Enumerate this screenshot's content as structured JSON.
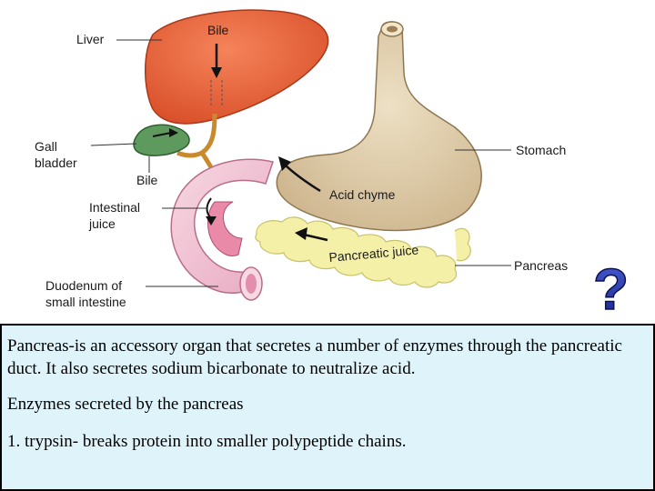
{
  "diagram": {
    "labels": {
      "liver": "Liver",
      "bile_top": "Bile",
      "gall_bladder_line1": "Gall",
      "gall_bladder_line2": "bladder",
      "bile_lower": "Bile",
      "intestinal_juice_line1": "Intestinal",
      "intestinal_juice_line2": "juice",
      "duodenum_line1": "Duodenum of",
      "duodenum_line2": "small intestine",
      "stomach": "Stomach",
      "acid_chyme": "Acid chyme",
      "pancreatic_juice": "Pancreatic juice",
      "pancreas": "Pancreas"
    },
    "question_mark": "?",
    "colors": {
      "liver": "#e8663c",
      "stomach": "#e0cfae",
      "pancreas": "#f4f0a8",
      "duodenum": "#f2c6d6",
      "gall_bladder": "#5e9a5e",
      "bile_duct": "#c98a2e",
      "question_mark": "#2233aa"
    }
  },
  "text_box": {
    "paragraph1": "Pancreas-is an accessory organ that secretes a number of enzymes through the pancreatic duct.  It also secretes sodium bicarbonate to neutralize acid.",
    "paragraph2": "Enzymes secreted by the pancreas",
    "paragraph3": "1. trypsin- breaks protein into smaller polypeptide chains."
  }
}
